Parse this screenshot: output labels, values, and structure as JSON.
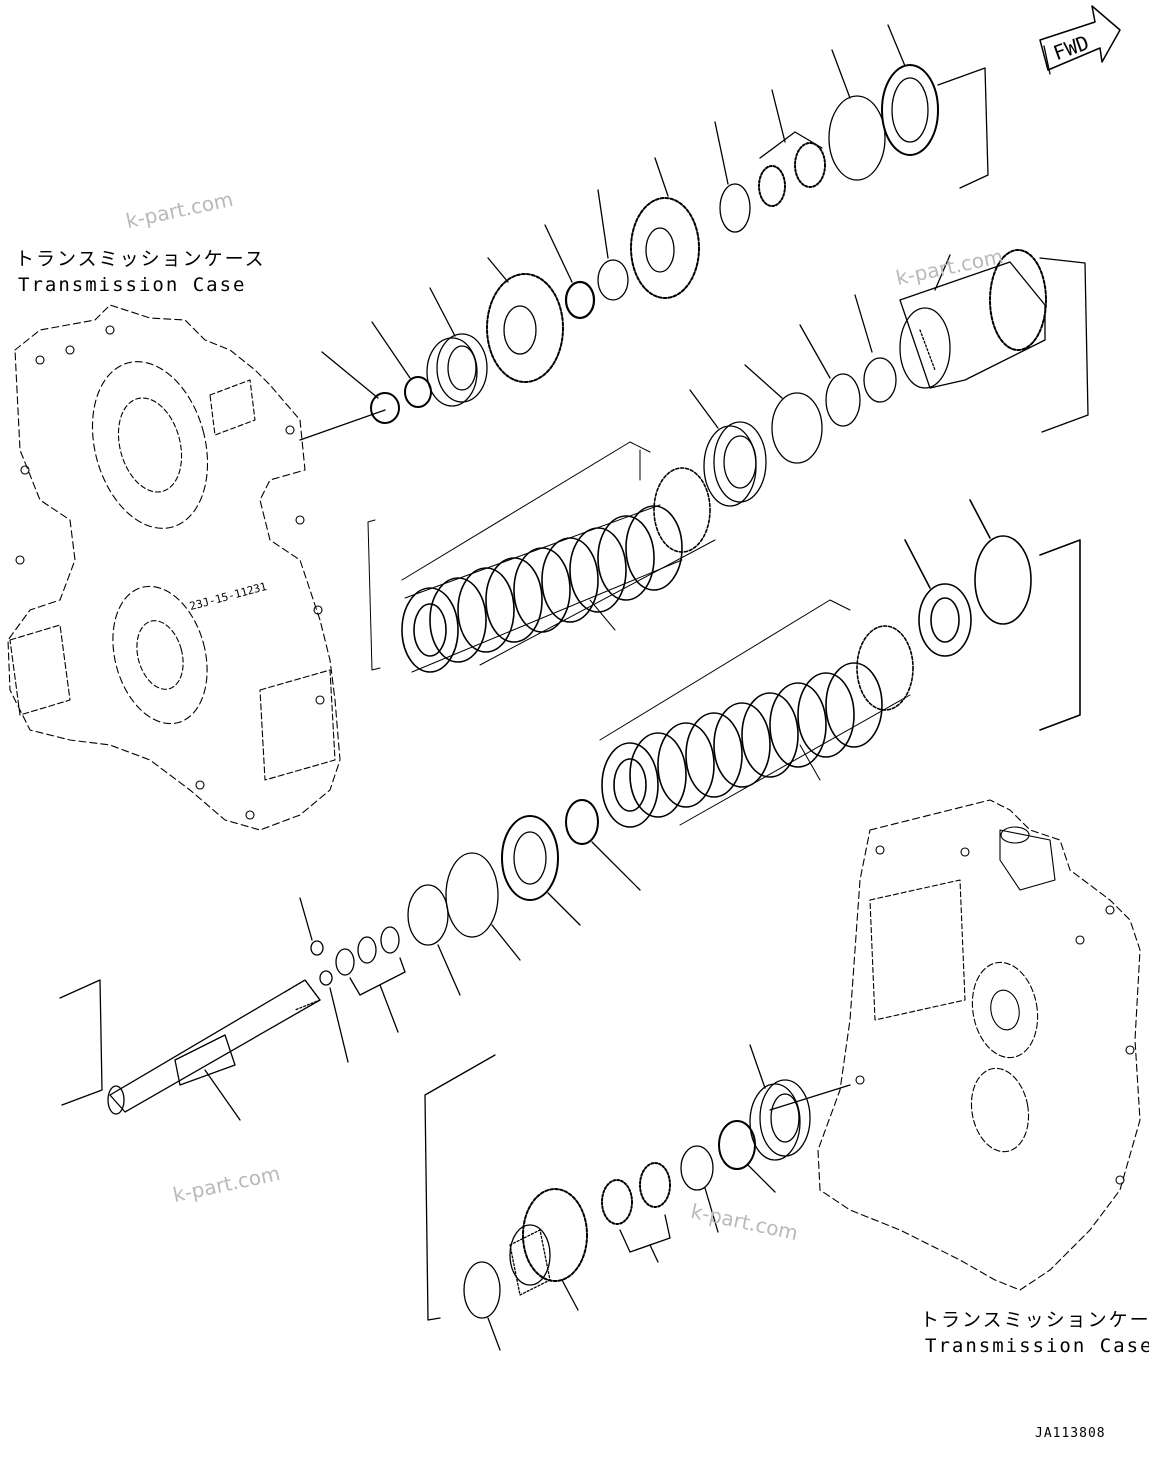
{
  "labels": {
    "case_left_jp": "トランスミッションケース",
    "case_left_en": "Transmission Case",
    "case_right_jp": "トランスミッションケース",
    "case_right_en": "Transmission Case",
    "fwd": "FWD",
    "drawing_code": "JA113808",
    "case_marking": "23J-15-11231"
  },
  "watermarks": [
    "k-part.com",
    "k-part.com",
    "k-part.com",
    "k-part.com"
  ]
}
